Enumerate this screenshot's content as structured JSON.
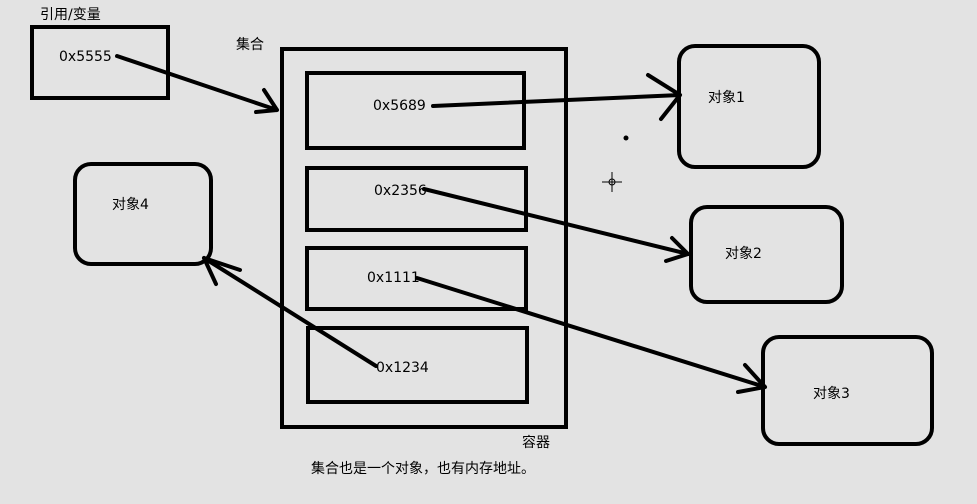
{
  "reference": {
    "caption": "引用/变量",
    "address": "0x5555"
  },
  "collection": {
    "caption": "集合",
    "container_caption": "容器",
    "slots": [
      {
        "address": "0x5689"
      },
      {
        "address": "0x2356"
      },
      {
        "address": "0x1111"
      },
      {
        "address": "0x1234"
      }
    ]
  },
  "objects": [
    {
      "label": "对象1"
    },
    {
      "label": "对象2"
    },
    {
      "label": "对象3"
    },
    {
      "label": "对象4"
    }
  ],
  "footnote": "集合也是一个对象，也有内存地址。",
  "colors": {
    "background": "#e3e3e3",
    "stroke": "#000000"
  }
}
